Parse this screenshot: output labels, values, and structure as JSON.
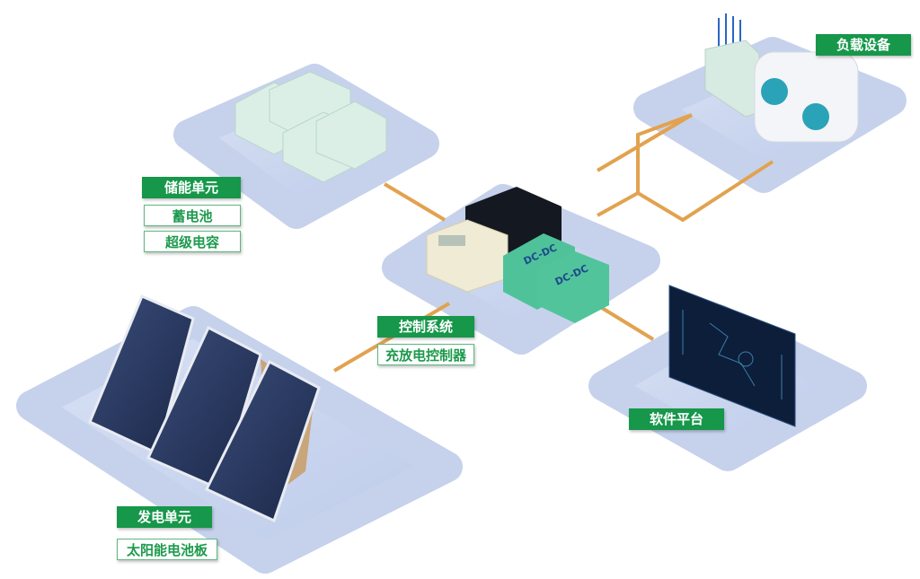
{
  "colors": {
    "platform": "#c8d4ee",
    "connector": "#e2a24f",
    "label_green": "#16974a"
  },
  "units": {
    "storage": {
      "title": "储能单元",
      "items": [
        "蓄电池",
        "超级电容"
      ]
    },
    "load": {
      "title": "负载设备"
    },
    "control": {
      "title": "控制系统",
      "items": [
        "充放电控制器"
      ],
      "module_text": "DC-DC"
    },
    "software": {
      "title": "软件平台"
    },
    "generation": {
      "title": "发电单元",
      "items": [
        "太阳能电池板"
      ]
    }
  }
}
